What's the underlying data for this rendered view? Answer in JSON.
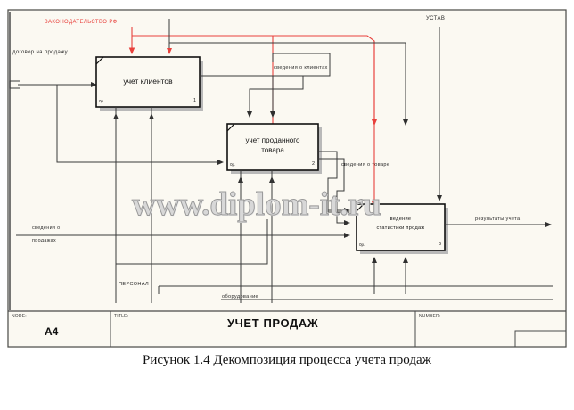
{
  "figure": {
    "caption": "Рисунок 1.4 Декомпозиция процесса учета продаж"
  },
  "watermark": {
    "text": "www.diplom-it.ru"
  },
  "diagram": {
    "type": "IDEF0 decomposition",
    "boxes": [
      {
        "id": "A1",
        "label": "учет клиентов",
        "cost": "0р.",
        "number": "1"
      },
      {
        "id": "A2",
        "label_line1": "учет проданного",
        "label_line2": "товара",
        "cost": "0р.",
        "number": "2"
      },
      {
        "id": "A3",
        "label_line1": "ведение",
        "label_line2": "статистики продаж",
        "cost": "0р.",
        "number": "3"
      }
    ],
    "arrows": {
      "control_legislation": "ЗАКОНОДАТЕЛЬСТВО РФ",
      "control_charter": "УСТАВ",
      "input_contract": "договор на продажу",
      "flow_client_info": "сведения о клиентах",
      "flow_goods_info": "сведения о товаре",
      "input_sales_info_line1": "сведения о",
      "input_sales_info_line2": "продажах",
      "mechanism_personnel": "ПЕРСОНАЛ",
      "mechanism_equipment": "оборудование",
      "output_results": "результаты учета"
    },
    "colors": {
      "control_red": "#e8413c",
      "line": "#3a3a3a",
      "sheet_bg": "#fbf9f2",
      "shadow": "#b9b9b9"
    }
  },
  "title_block": {
    "node_caption": "NODE:",
    "node_value": "A4",
    "title_caption": "TITLE:",
    "title_value": "УЧЕТ ПРОДАЖ",
    "number_caption": "NUMBER:"
  }
}
